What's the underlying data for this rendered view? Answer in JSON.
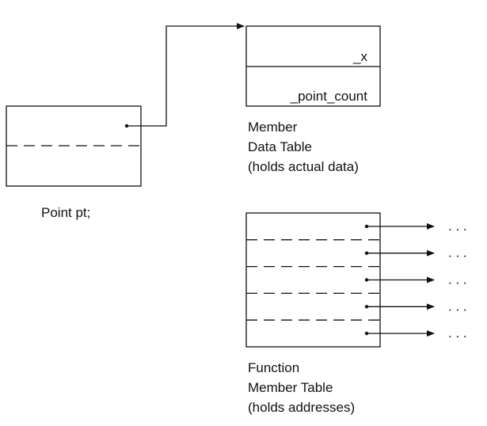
{
  "point_object": {
    "caption": "Point pt;"
  },
  "member_data_table": {
    "rows": [
      "_x",
      "_point_count"
    ],
    "caption_lines": [
      "Member",
      "Data Table",
      "(holds actual data)"
    ]
  },
  "function_member_table": {
    "row_count": 5,
    "ellipsis": ". . .",
    "caption_lines": [
      "Function",
      "Member Table",
      "(holds addresses)"
    ]
  },
  "colors": {
    "ink": "#111111",
    "background": "#ffffff"
  }
}
